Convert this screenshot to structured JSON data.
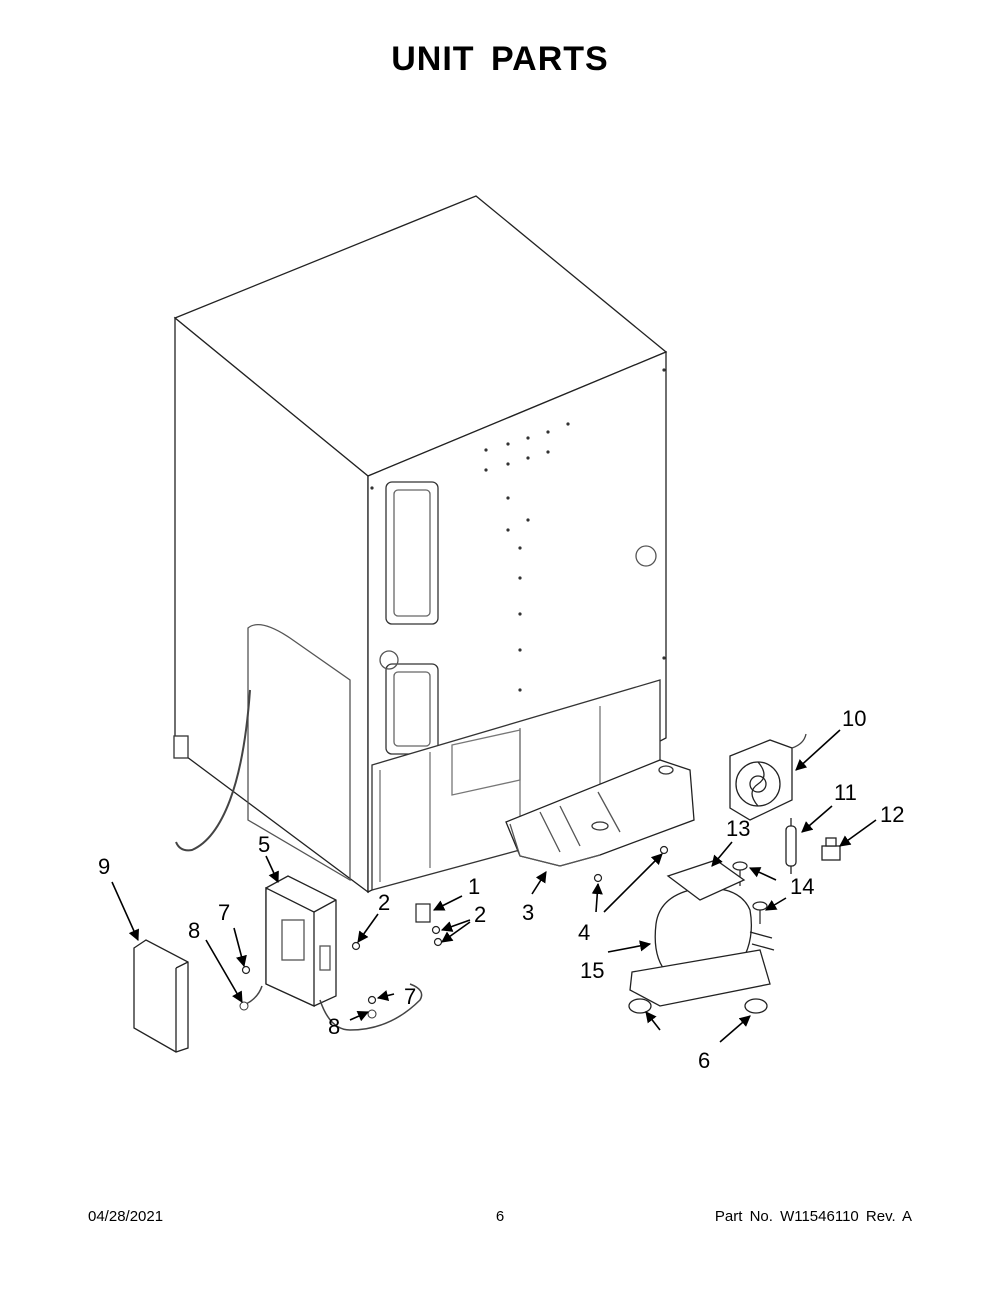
{
  "title": "UNIT  PARTS",
  "footer": {
    "date": "04/28/2021",
    "page": "6",
    "part_no": "Part No.  W11546110  Rev.  A"
  },
  "callouts": [
    "1",
    "2",
    "3",
    "4",
    "5",
    "6",
    "7",
    "8",
    "9",
    "10",
    "11",
    "12",
    "13",
    "14",
    "15"
  ]
}
